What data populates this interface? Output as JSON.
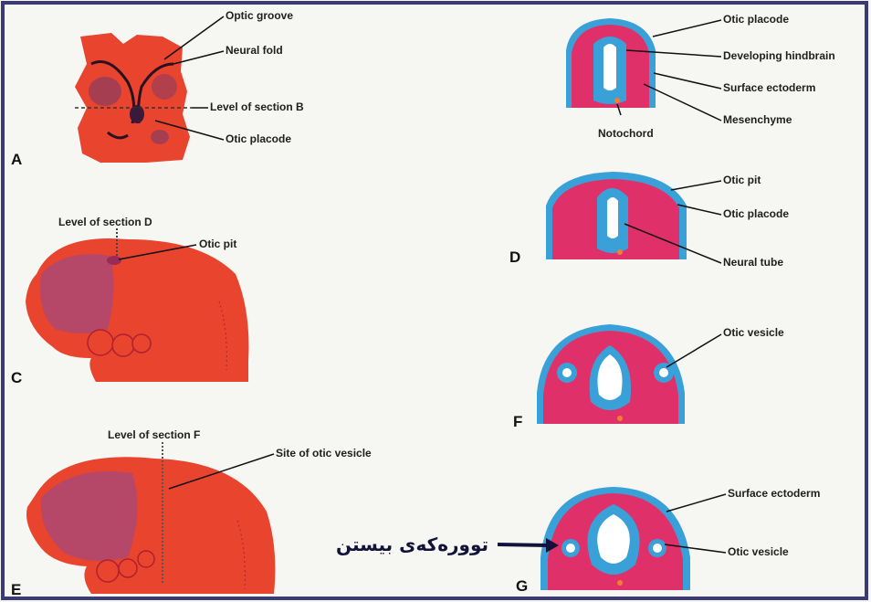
{
  "panels": {
    "a": "A",
    "c": "C",
    "e": "E",
    "d": "D",
    "f": "F",
    "g": "G"
  },
  "labels": {
    "optic_groove": "Optic groove",
    "neural_fold": "Neural fold",
    "level_b": "Level of section B",
    "otic_placode_a": "Otic placode",
    "level_d": "Level of section D",
    "otic_pit_c": "Otic pit",
    "level_f": "Level of section F",
    "site_otic_vesicle": "Site of otic vesicle",
    "otic_placode_b": "Otic placode",
    "developing_hindbrain": "Developing hindbrain",
    "surface_ectoderm_b": "Surface ectoderm",
    "mesenchyme": "Mesenchyme",
    "notochord": "Notochord",
    "otic_pit_d": "Otic pit",
    "otic_placode_d": "Otic placode",
    "neural_tube": "Neural tube",
    "otic_vesicle_f": "Otic vesicle",
    "surface_ectoderm_g": "Surface ectoderm",
    "otic_vesicle_g": "Otic vesicle"
  },
  "kurdish_annotation": "تووره‌كه‌ی بیستن",
  "colors": {
    "embryo": "#e8442e",
    "section_fill": "#e0306a",
    "neural_blue": "#3aa0d8",
    "frame": "#3a3a78"
  }
}
